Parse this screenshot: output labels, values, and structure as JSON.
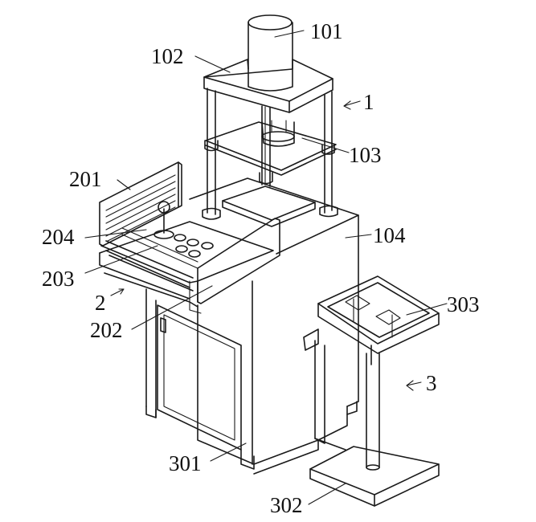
{
  "labels": {
    "l101": "101",
    "l102": "102",
    "l1": "1",
    "l103": "103",
    "l201": "201",
    "l104": "104",
    "l204": "204",
    "l203": "203",
    "l2": "2",
    "l202": "202",
    "l303": "303",
    "l3": "3",
    "l301": "301",
    "l302": "302"
  }
}
